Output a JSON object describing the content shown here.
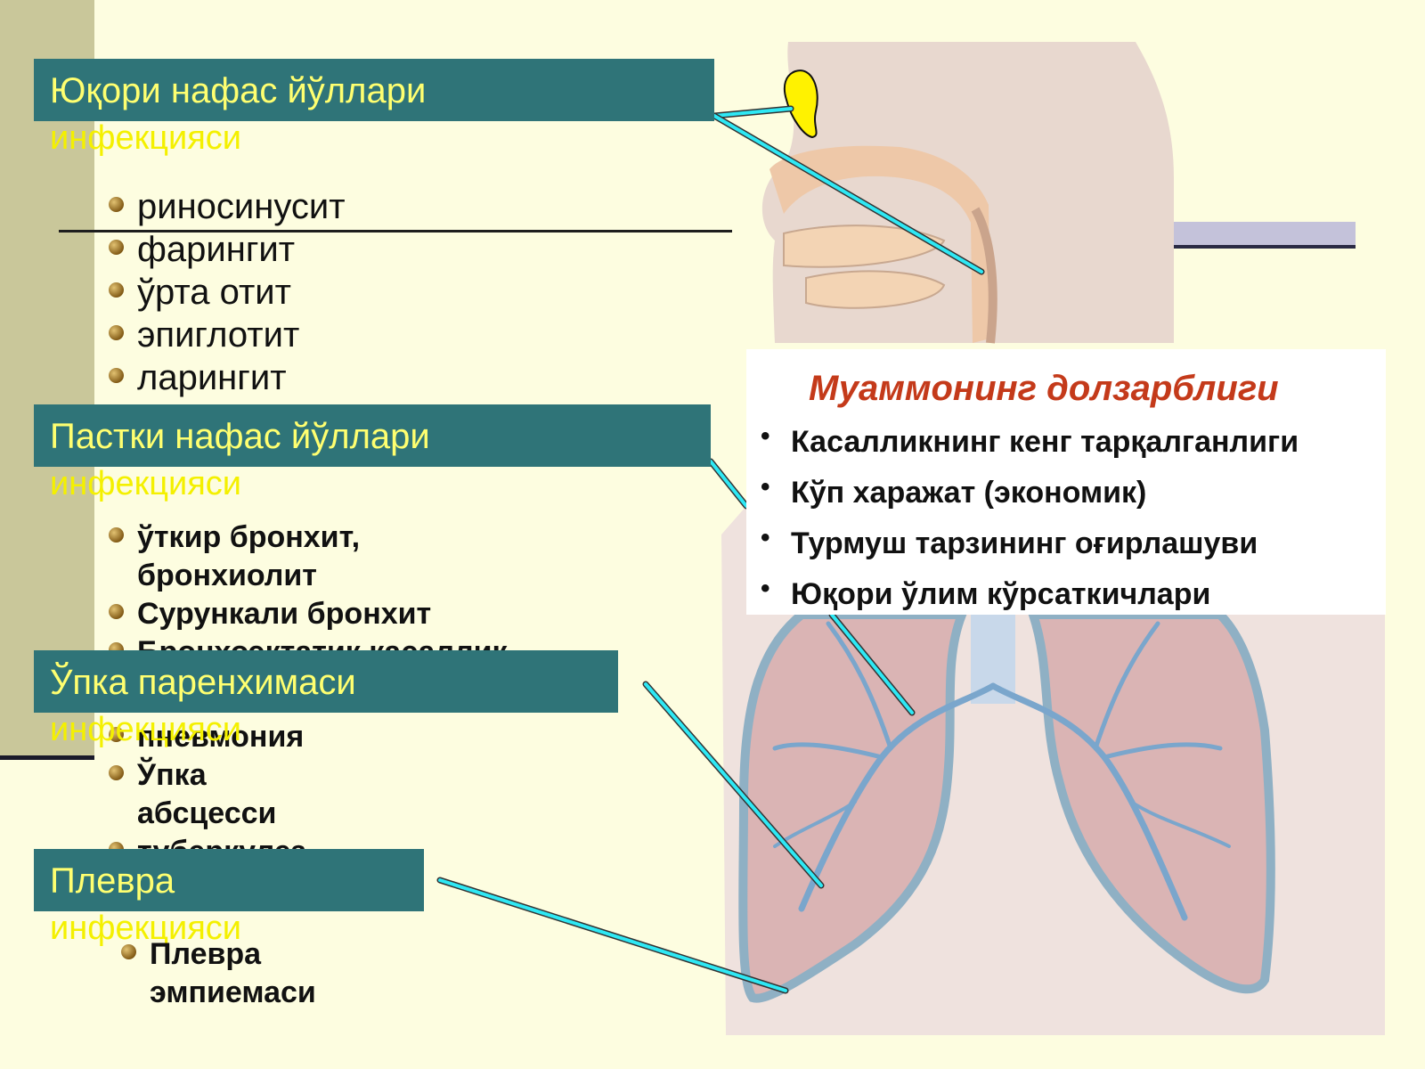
{
  "sections": [
    {
      "heading": "Юқори нафас йўллари",
      "subheading": "инфекцияси",
      "items": [
        "риносинусит",
        "фарингит",
        "ўрта отит",
        "эпиглотит",
        "ларингит"
      ]
    },
    {
      "heading": "Пастки нафас йўллари",
      "subheading": "инфекцияси",
      "items": [
        "ўткир бронхит, бронхиолит",
        "Сурункали бронхит",
        "Бронхоэктатик касаллик"
      ]
    },
    {
      "heading": "Ўпка паренхимаси",
      "subheading": "инфекцияси",
      "items": [
        "пневмония",
        "Ўпка абсцесси",
        "туберкулез"
      ]
    },
    {
      "heading": "Плевра",
      "subheading": "инфекцияси",
      "items": [
        "Плевра эмпиемаси"
      ]
    }
  ],
  "relevance": {
    "title": "Муаммонинг долзарблиги",
    "bullet": "•",
    "items": [
      "Касалликнинг кенг тарқалганлиги",
      "Кўп харажат (экономик)",
      "Турмуш тарзининг оғирлашуви",
      "Юқори ўлим кўрсаткичлари"
    ]
  },
  "colors": {
    "header_bg": "#2f7478",
    "header_text": "#ffff70",
    "title_red": "#c43a1a",
    "arrow": "#00e5f0"
  }
}
